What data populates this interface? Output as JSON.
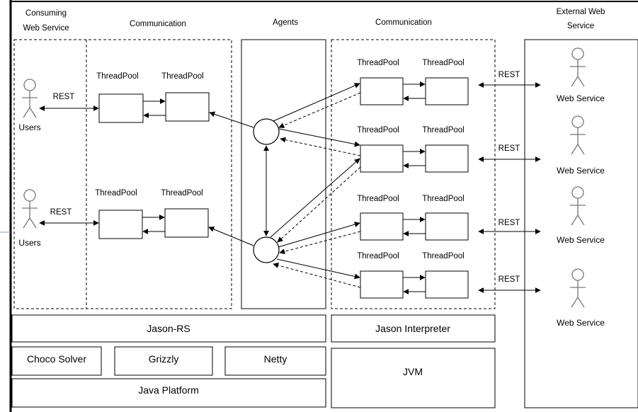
{
  "headers": {
    "consuming_line1": "Consuming",
    "consuming_line2": "Web Service",
    "communication_left": "Communication",
    "agents": "Agents",
    "communication_right": "Communication",
    "external_line1": "External Web",
    "external_line2": "Service"
  },
  "labels": {
    "threadpool": "ThreadPool",
    "rest": "REST",
    "users": "Users",
    "web_service": "Web Service"
  },
  "layers": {
    "jason_rs": "Jason-RS",
    "jason_interpreter": "Jason Interpreter",
    "choco_solver": "Choco Solver",
    "grizzly": "Grizzly",
    "netty": "Netty",
    "jvm": "JVM",
    "java_platform": "Java Platform"
  }
}
